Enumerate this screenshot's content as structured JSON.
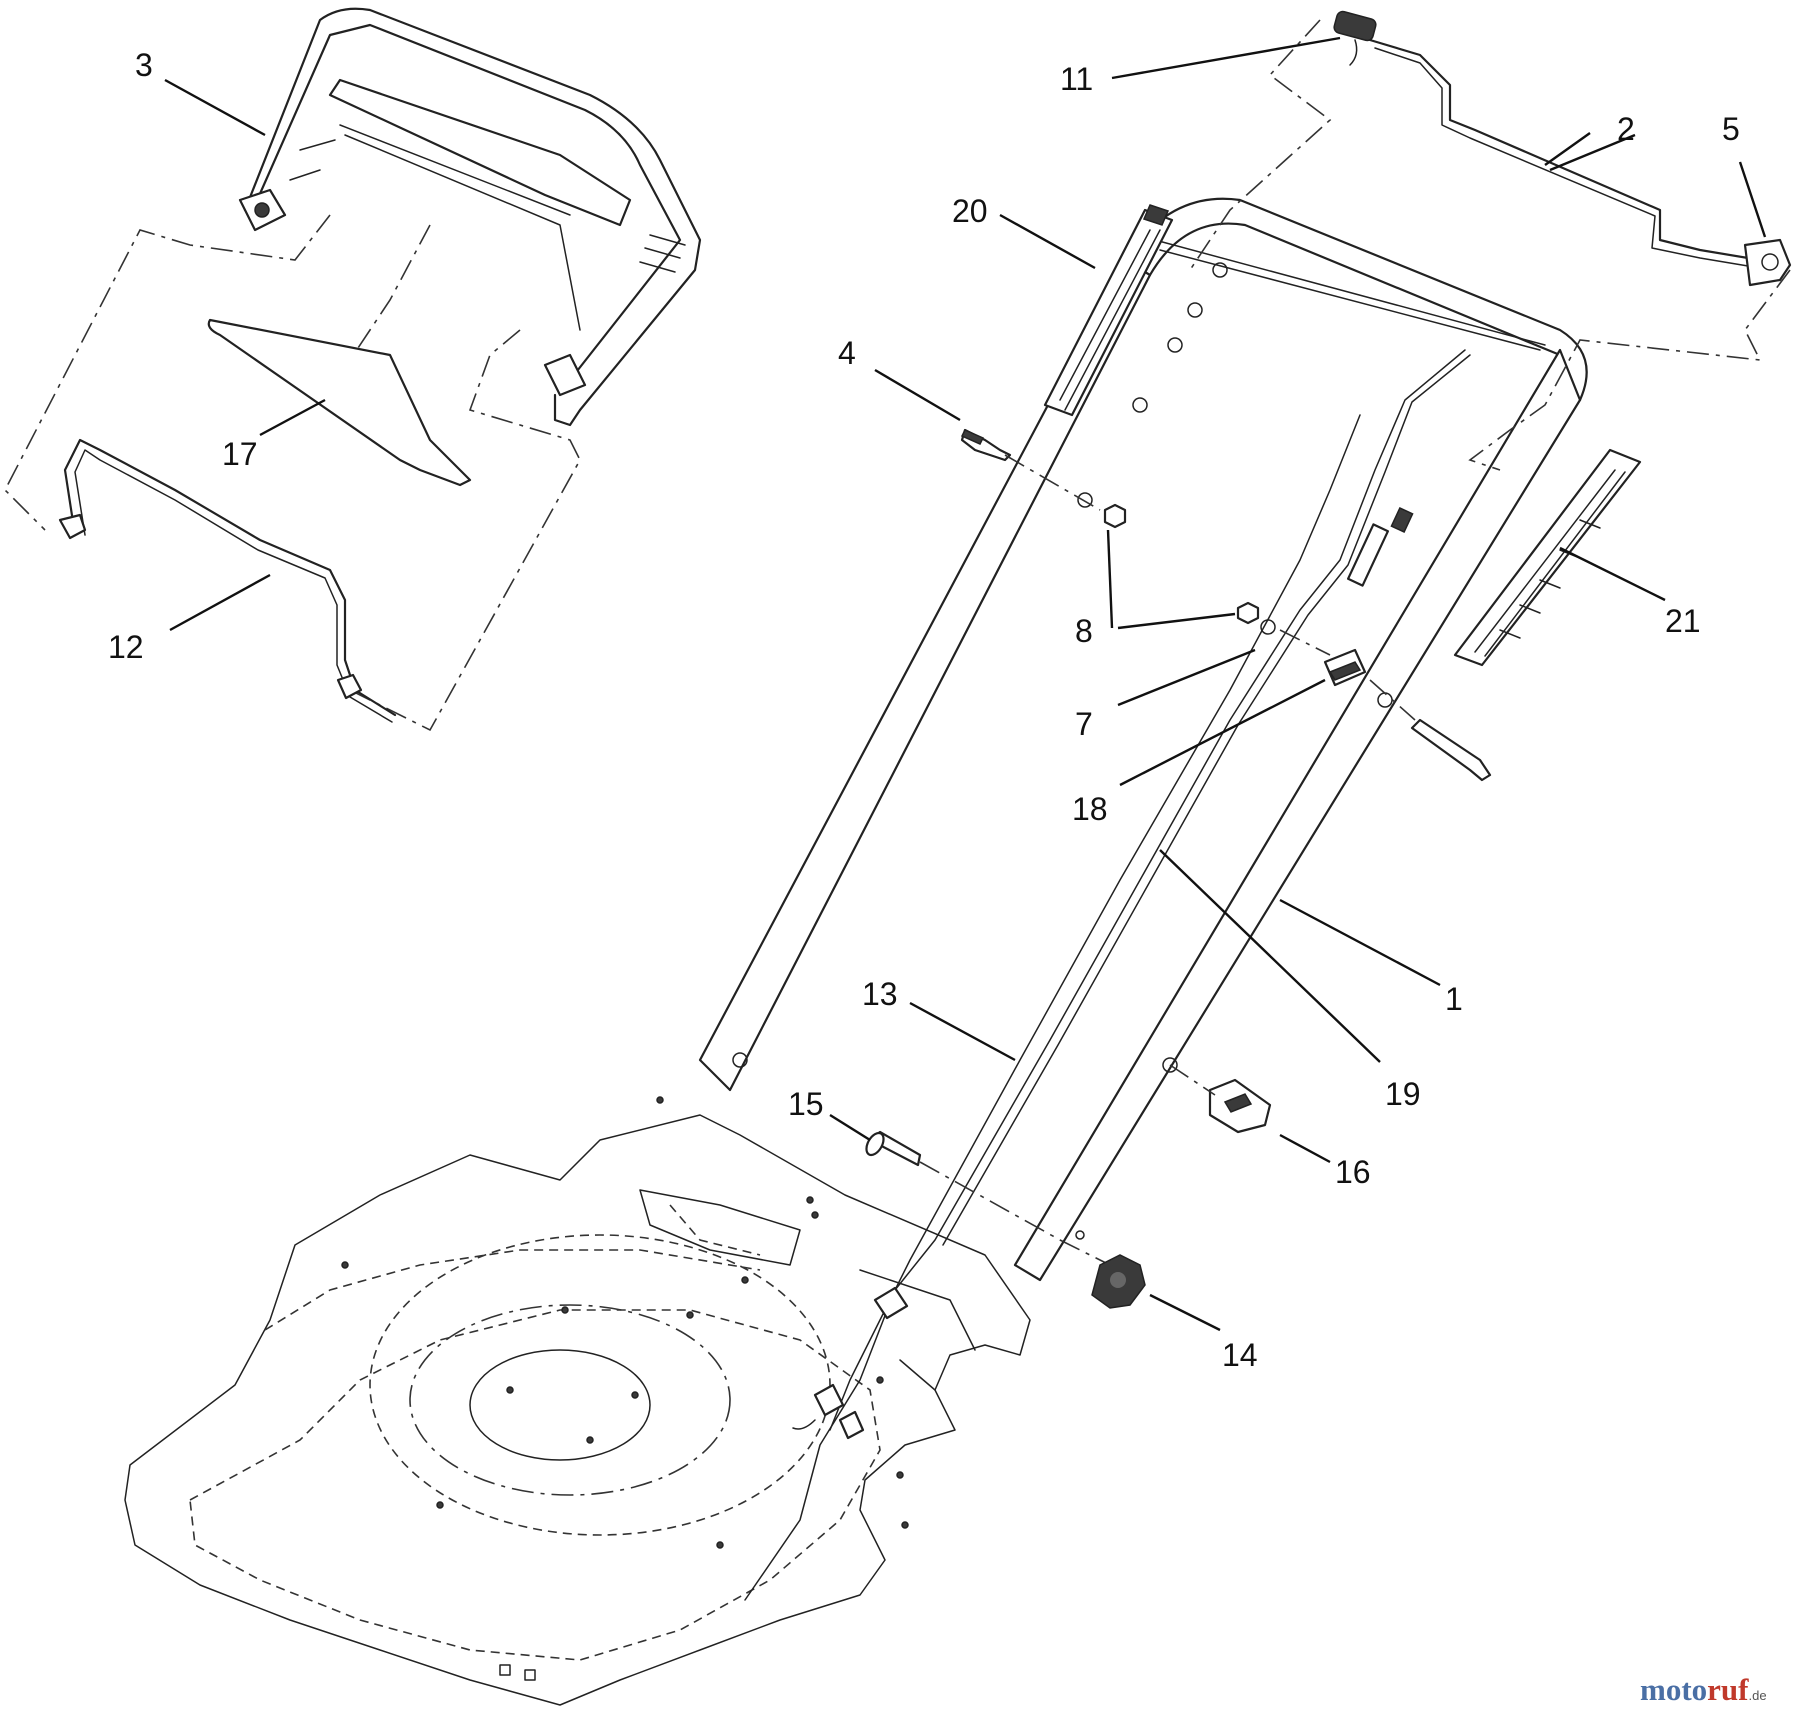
{
  "callouts": [
    {
      "id": "1",
      "label": "1"
    },
    {
      "id": "2",
      "label": "2"
    },
    {
      "id": "3",
      "label": "3"
    },
    {
      "id": "4",
      "label": "4"
    },
    {
      "id": "5",
      "label": "5"
    },
    {
      "id": "7",
      "label": "7"
    },
    {
      "id": "8a",
      "label": "8"
    },
    {
      "id": "8b",
      "label": "8"
    },
    {
      "id": "11",
      "label": "11"
    },
    {
      "id": "12",
      "label": "12"
    },
    {
      "id": "13",
      "label": "13"
    },
    {
      "id": "14",
      "label": "14"
    },
    {
      "id": "15",
      "label": "15"
    },
    {
      "id": "16",
      "label": "16"
    },
    {
      "id": "17",
      "label": "17"
    },
    {
      "id": "18",
      "label": "18"
    },
    {
      "id": "19",
      "label": "19"
    },
    {
      "id": "20",
      "label": "20"
    },
    {
      "id": "21",
      "label": "21"
    }
  ],
  "watermark": {
    "main": "moto",
    "accent": "ruf",
    "suffix": ".de"
  }
}
